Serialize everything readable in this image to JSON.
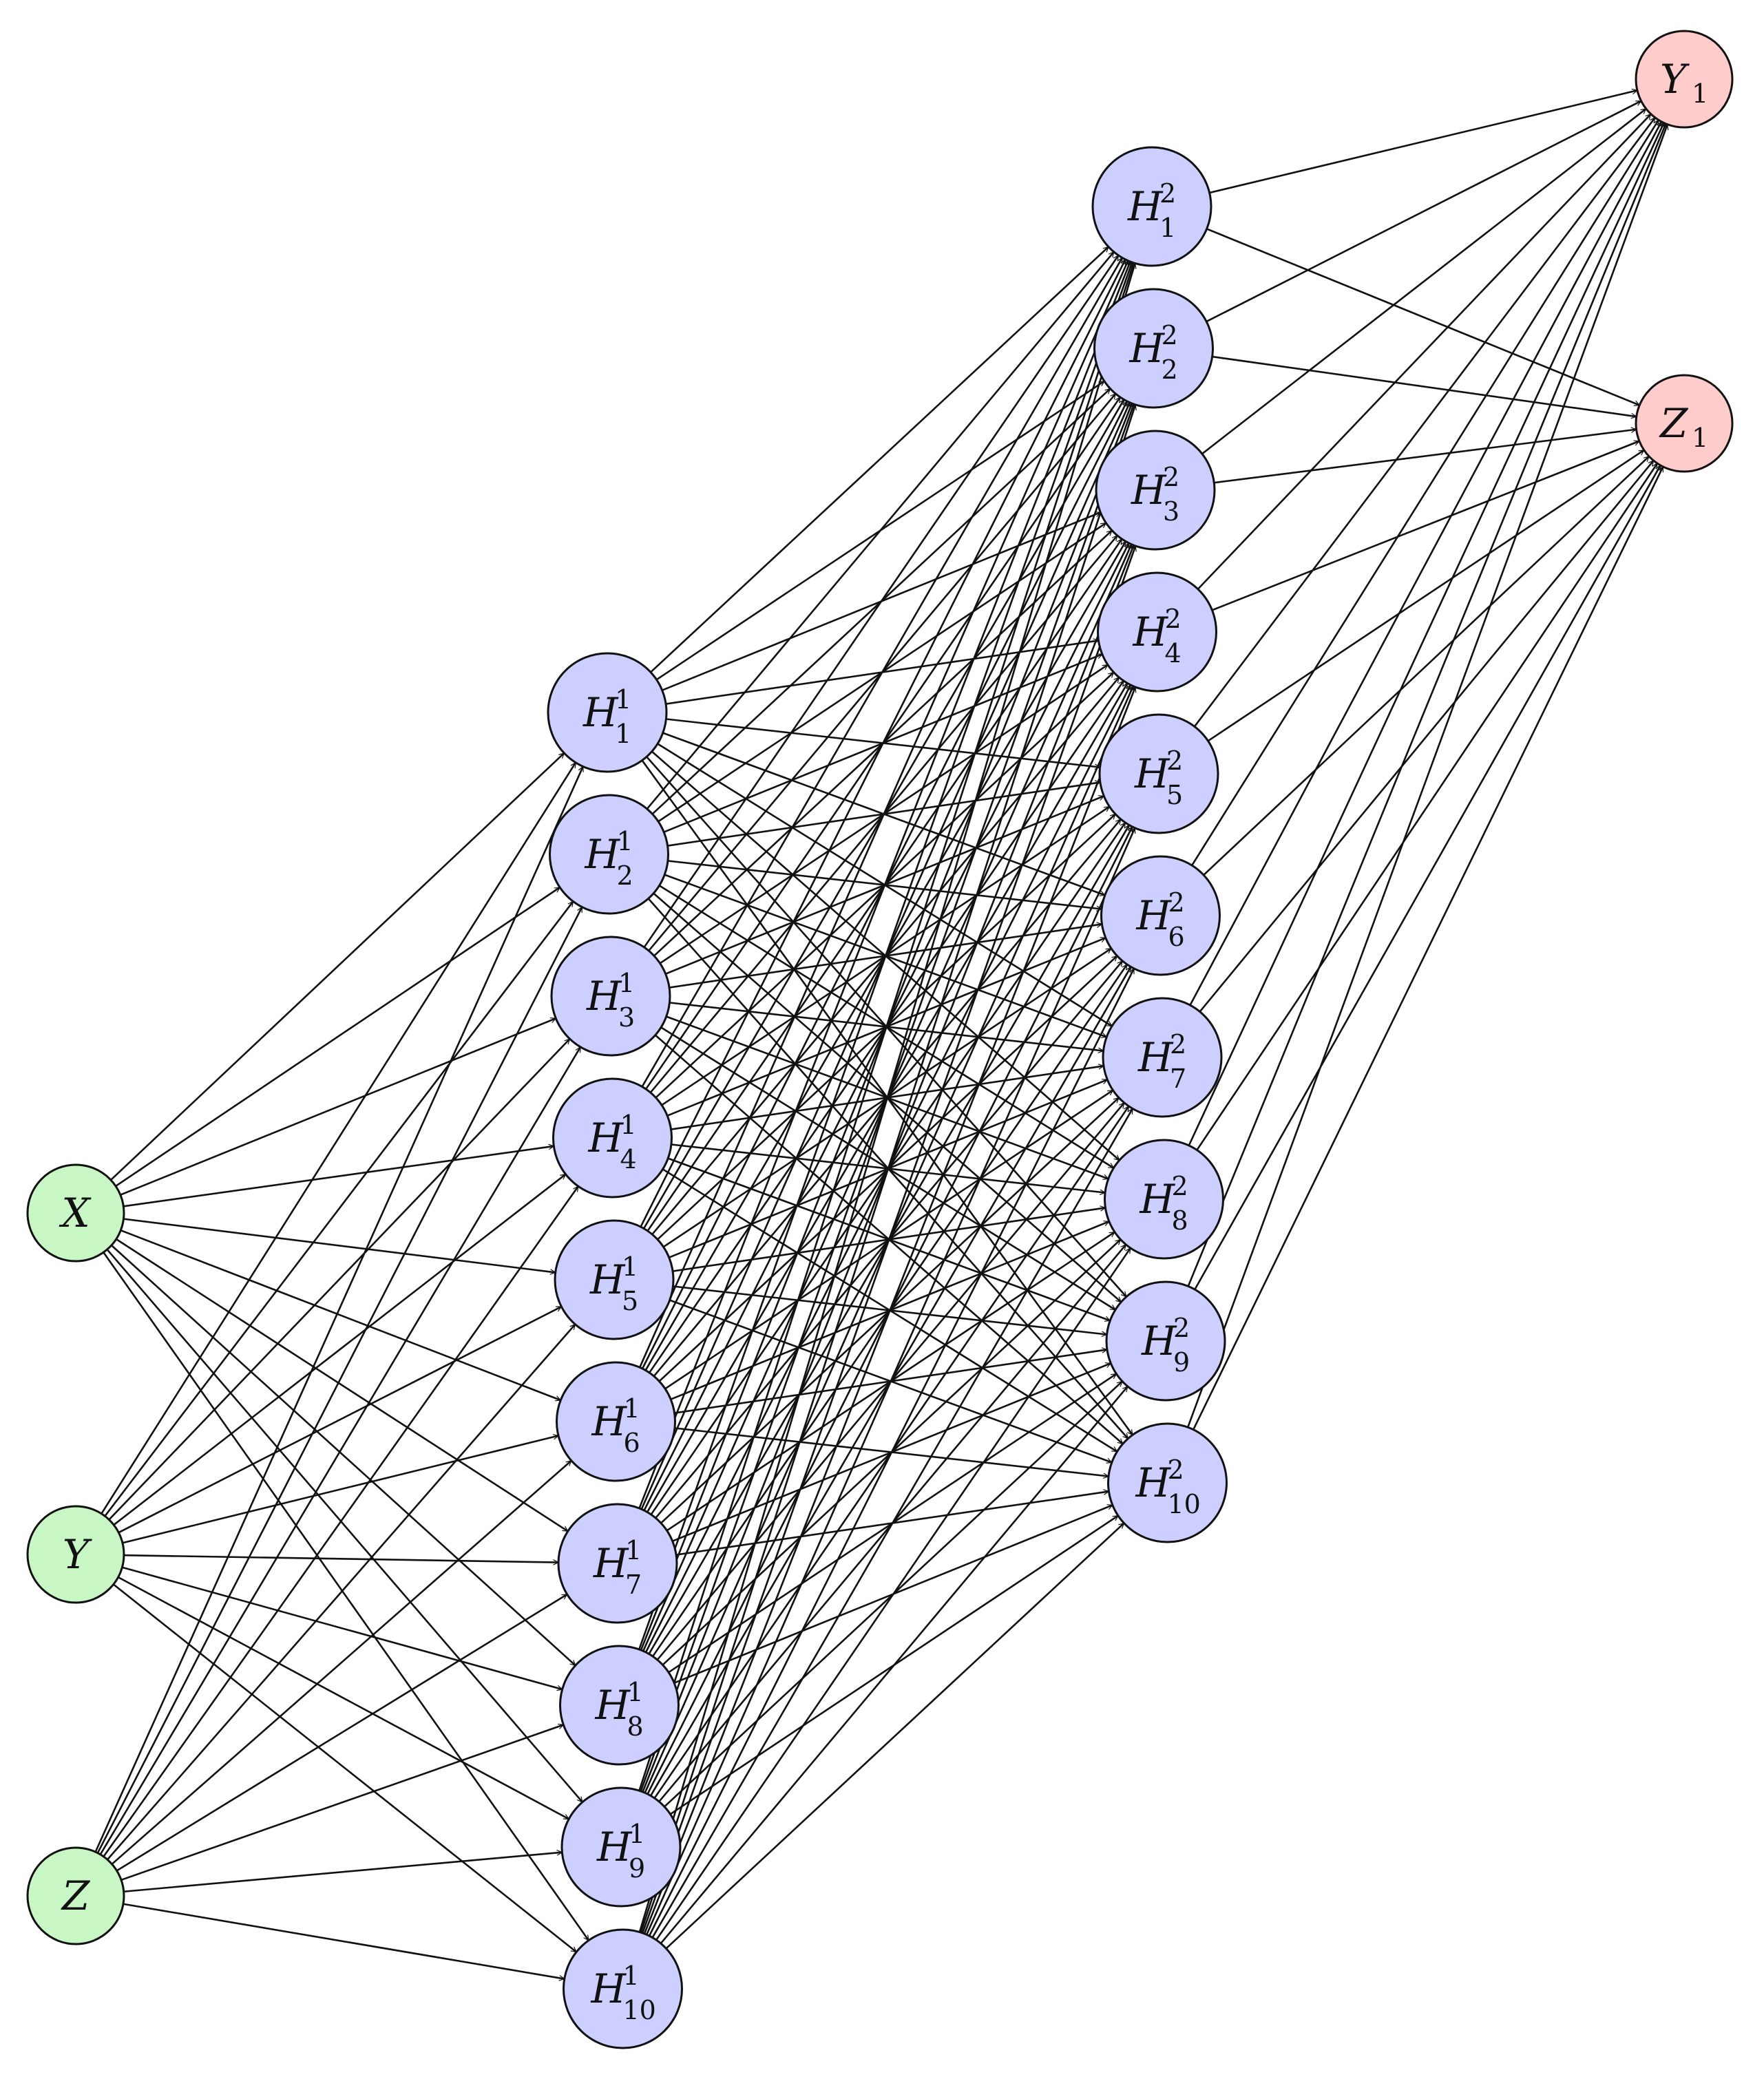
{
  "diagram": {
    "colors": {
      "input": "#c8f7c5",
      "hidden": "#cccfff",
      "output": "#ffcccc",
      "stroke": "#111111"
    },
    "layers": [
      {
        "kind": "input",
        "nodes": [
          {
            "id": "X",
            "label": "X",
            "sup": "",
            "sub": ""
          },
          {
            "id": "Y",
            "label": "Y",
            "sup": "",
            "sub": ""
          },
          {
            "id": "Z",
            "label": "Z",
            "sup": "",
            "sub": ""
          }
        ]
      },
      {
        "kind": "hidden",
        "nodes": [
          {
            "id": "H1_1",
            "label": "H",
            "sup": "1",
            "sub": "1"
          },
          {
            "id": "H1_2",
            "label": "H",
            "sup": "1",
            "sub": "2"
          },
          {
            "id": "H1_3",
            "label": "H",
            "sup": "1",
            "sub": "3"
          },
          {
            "id": "H1_4",
            "label": "H",
            "sup": "1",
            "sub": "4"
          },
          {
            "id": "H1_5",
            "label": "H",
            "sup": "1",
            "sub": "5"
          },
          {
            "id": "H1_6",
            "label": "H",
            "sup": "1",
            "sub": "6"
          },
          {
            "id": "H1_7",
            "label": "H",
            "sup": "1",
            "sub": "7"
          },
          {
            "id": "H1_8",
            "label": "H",
            "sup": "1",
            "sub": "8"
          },
          {
            "id": "H1_9",
            "label": "H",
            "sup": "1",
            "sub": "9"
          },
          {
            "id": "H1_10",
            "label": "H",
            "sup": "1",
            "sub": "10"
          }
        ]
      },
      {
        "kind": "hidden",
        "nodes": [
          {
            "id": "H2_1",
            "label": "H",
            "sup": "2",
            "sub": "1"
          },
          {
            "id": "H2_2",
            "label": "H",
            "sup": "2",
            "sub": "2"
          },
          {
            "id": "H2_3",
            "label": "H",
            "sup": "2",
            "sub": "3"
          },
          {
            "id": "H2_4",
            "label": "H",
            "sup": "2",
            "sub": "4"
          },
          {
            "id": "H2_5",
            "label": "H",
            "sup": "2",
            "sub": "5"
          },
          {
            "id": "H2_6",
            "label": "H",
            "sup": "2",
            "sub": "6"
          },
          {
            "id": "H2_7",
            "label": "H",
            "sup": "2",
            "sub": "7"
          },
          {
            "id": "H2_8",
            "label": "H",
            "sup": "2",
            "sub": "8"
          },
          {
            "id": "H2_9",
            "label": "H",
            "sup": "2",
            "sub": "9"
          },
          {
            "id": "H2_10",
            "label": "H",
            "sup": "2",
            "sub": "10"
          }
        ]
      },
      {
        "kind": "output",
        "nodes": [
          {
            "id": "Y1",
            "label": "Y",
            "sup": "",
            "sub": "1"
          },
          {
            "id": "Z1",
            "label": "Z",
            "sup": "",
            "sub": "1"
          }
        ]
      }
    ],
    "connectivity": "fully-connected between consecutive layers"
  }
}
